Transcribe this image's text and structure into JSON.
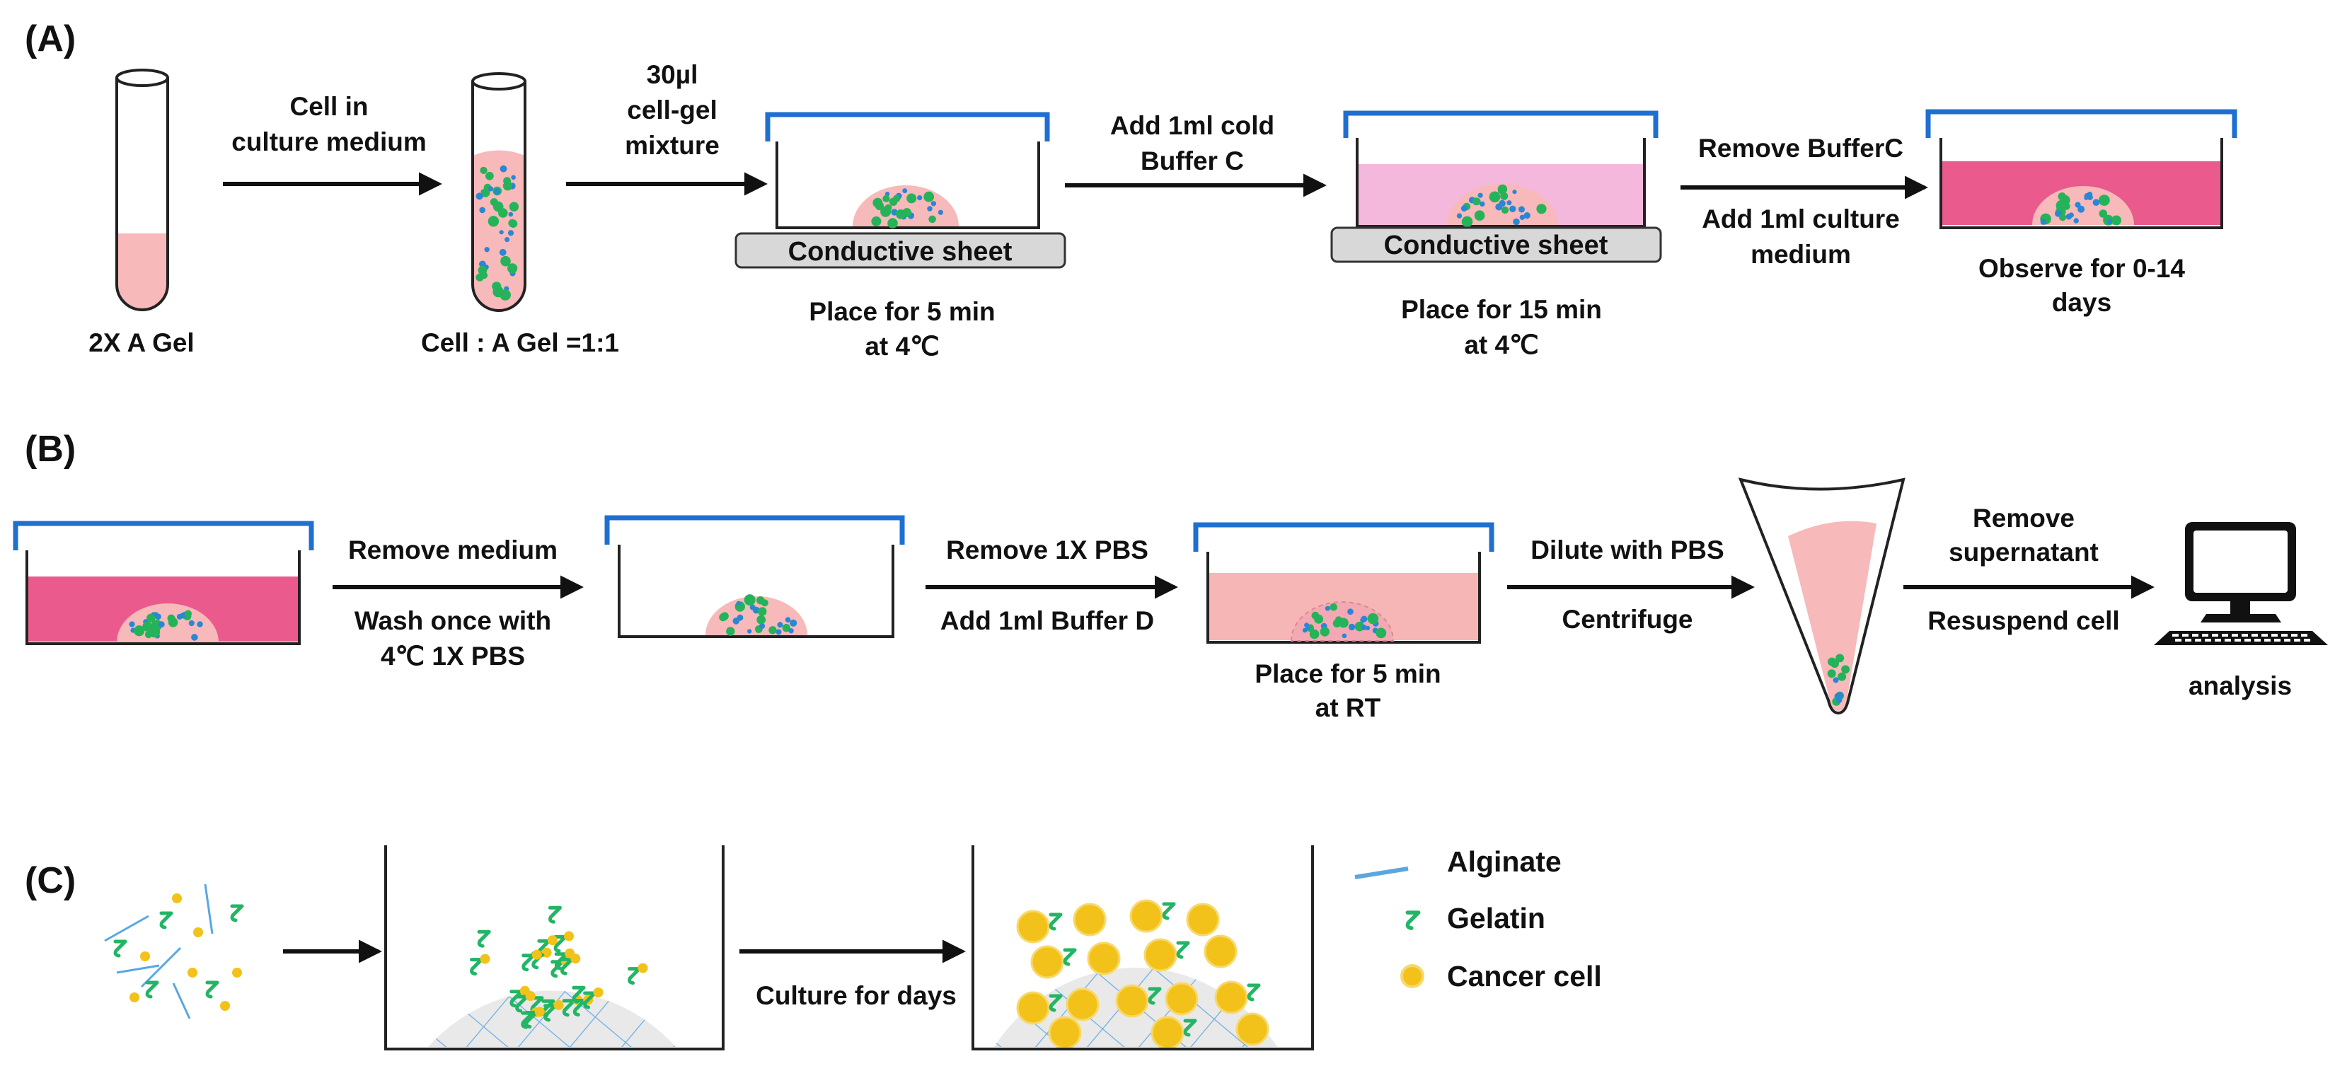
{
  "panels": {
    "a": "(A)",
    "b": "(B)",
    "c": "(C)"
  },
  "panel_a": {
    "tube1_label": "2X A Gel",
    "arrow1_lines": [
      "Cell in",
      "culture medium"
    ],
    "tube2_label": "Cell : A Gel =1:1",
    "arrow2_lines": [
      "30µl",
      "cell-gel",
      "mixture"
    ],
    "sheet_label": "Conductive sheet",
    "place1_lines": [
      "Place for 5 min",
      "at 4℃"
    ],
    "arrow3_lines": [
      "Add 1ml cold",
      "Buffer C"
    ],
    "place2_lines": [
      "Place for 15 min",
      "at 4℃"
    ],
    "arrow4_top": "Remove BufferC",
    "arrow4_bottom": [
      "Add 1ml culture",
      "medium"
    ],
    "observe_lines": [
      "Observe for 0-14",
      "days"
    ]
  },
  "panel_b": {
    "arrow1_top": "Remove medium",
    "arrow1_bottom": [
      "Wash once with",
      "4℃ 1X PBS"
    ],
    "arrow2_top": "Remove 1X PBS",
    "arrow2_bottom": "Add 1ml Buffer D",
    "place_lines": [
      "Place for 5 min",
      "at RT"
    ],
    "arrow3_top": "Dilute with PBS",
    "arrow3_bottom": "Centrifuge",
    "arrow4_top": [
      "Remove",
      "supernatant"
    ],
    "arrow4_bottom": "Resuspend cell",
    "analysis": "analysis"
  },
  "panel_c": {
    "culture_label": "Culture for days",
    "legend": [
      {
        "label": "Alginate",
        "icon": "line-icon"
      },
      {
        "label": "Gelatin",
        "icon": "squiggle-icon"
      },
      {
        "label": "Cancer cell",
        "icon": "circle-icon"
      }
    ]
  },
  "colors": {
    "lid": "#1f6fd1",
    "gel_light": "#f7b9b9",
    "medium_pink": "#f2a6d6",
    "medium_magenta": "#ea5a8c",
    "buffer_d": "#f6b6b6",
    "green_cell": "#25b35a",
    "blue_cell": "#2a86d6",
    "alginate": "#5aa7e0",
    "gelatin": "#22b565",
    "cancer_cell": "#f2c21a",
    "sheet_gray": "#d8d8d8"
  }
}
